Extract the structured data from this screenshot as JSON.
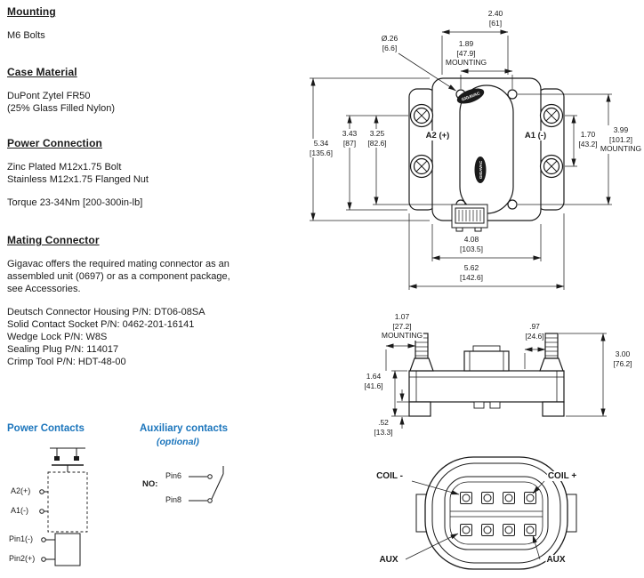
{
  "page": {
    "background": "#ffffff",
    "ink": "#1a1a1a",
    "accent_blue": "#1b75bc"
  },
  "sections": {
    "mounting": {
      "title": "Mounting",
      "body": "M6 Bolts"
    },
    "case_material": {
      "title": "Case Material",
      "body": "DuPont Zytel FR50\n(25% Glass Filled Nylon)"
    },
    "power_connection": {
      "title": "Power Connection",
      "body": "Zinc Plated M12x1.75 Bolt\nStainless M12x1.75 Flanged Nut",
      "torque": "Torque 23-34Nm [200-300in-lb]"
    },
    "mating_connector": {
      "title": "Mating Connector",
      "intro": "Gigavac offers the required mating connector as an\nassembled unit (0697) or as a component package,\nsee Accessories.",
      "parts": "Deutsch Connector Housing P/N: DT06-08SA\nSolid Contact Socket P/N: 0462-201-16141\nWedge Lock P/N: W8S\nSealing Plug P/N: 114017\nCrimp Tool P/N: HDT-48-00"
    }
  },
  "power_contacts": {
    "title": "Power Contacts",
    "a2": "A2(+)",
    "a1": "A1(-)",
    "pin1": "Pin1(-)",
    "pin2": "Pin2(+)"
  },
  "aux_contacts": {
    "title": "Auxiliary contacts",
    "subtitle": "(optional)",
    "label_no": "NO:",
    "pin6": "Pin6",
    "pin8": "Pin8"
  },
  "front_view": {
    "label_a2": "A2 (+)",
    "label_a1": "A1 (-)",
    "brand": "GIGAVAC",
    "brand_vertical": "GIGAVAC",
    "dim_width_top": "2.40\n[61]",
    "dim_hole": "Ø.26\n[6.6]",
    "dim_mount_width": "1.89\n[47.9]\nMOUNTING",
    "dim_height_overall": "5.34\n[135.6]",
    "dim_height_1": "3.43\n[87]",
    "dim_height_2": "3.25\n[82.6]",
    "dim_terminals": "1.70\n[43.2]",
    "dim_mount_height": "3.99\n[101.2]\nMOUNTING",
    "dim_width_body": "4.08\n[103.5]",
    "dim_width_overall": "5.62\n[142.6]"
  },
  "side_view": {
    "dim_mount_offset": "1.07\n[27.2]\nMOUNTING",
    "dim_conn_offset": ".97\n[24.6]",
    "dim_height_total": "3.00\n[76.2]",
    "dim_height_body": "1.64\n[41.6]",
    "dim_feet": ".52\n[13.3]"
  },
  "connector_view": {
    "coil_minus": "COIL -",
    "coil_plus": "COIL +",
    "aux_left": "AUX",
    "aux_right": "AUX"
  }
}
